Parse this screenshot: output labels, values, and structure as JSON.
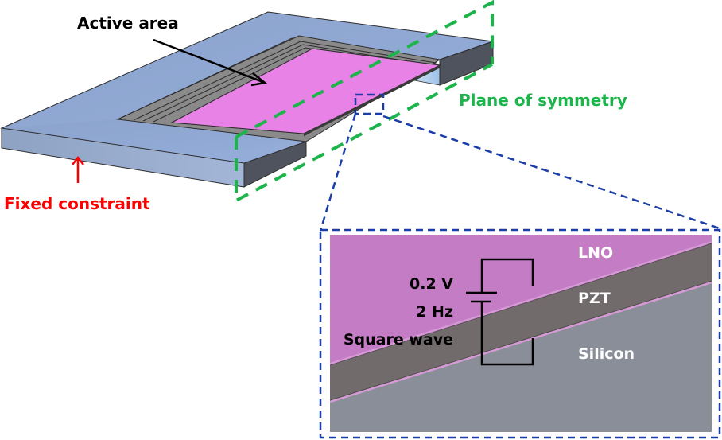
{
  "figure": {
    "title": "Piezoelectric plate simulation setup",
    "labels": {
      "active_area": "Active area",
      "fixed_constraint": "Fixed constraint",
      "plane_of_symmetry": "Plane of symmetry"
    },
    "inset": {
      "layers": [
        "LNO",
        "PZT",
        "Silicon"
      ],
      "source": {
        "voltage": "0.2 V",
        "frequency": "2 Hz",
        "waveform": "Square wave"
      }
    },
    "colors": {
      "plate": "#93a9cf",
      "plate_side": "#8fa3c6",
      "plate_dark_side": "#4f535e",
      "frame": "#8a8a8a",
      "active": "#e882e6",
      "symmetry_line": "#1db44b",
      "zoom_box": "#1a3da8",
      "constraint": "#ff0000",
      "inset_lno": "#c47dc4",
      "inset_pzt": "#716b6c",
      "inset_silicon": "#8a8e98",
      "inset_label": "#ffffff",
      "text": "#000000"
    }
  }
}
